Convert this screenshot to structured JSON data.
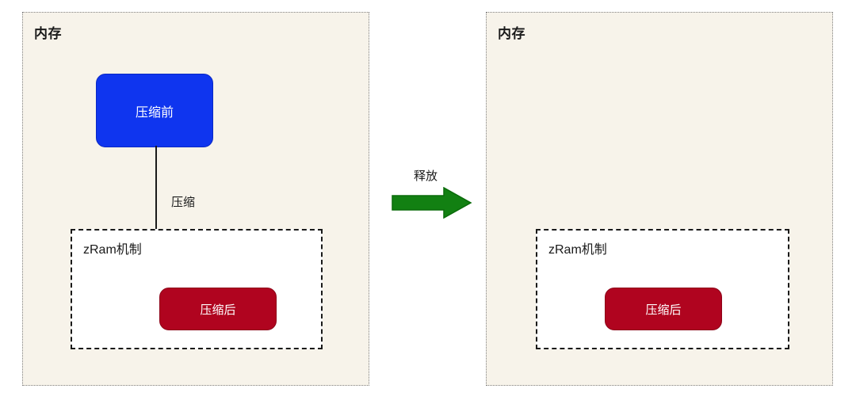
{
  "diagram": {
    "title_internal": "zRam memory compression and release",
    "panels": [
      {
        "id": "before",
        "label": "内存",
        "zram": {
          "label": "zRam机制",
          "node": {
            "label": "压缩后",
            "color": "#b0041f"
          }
        },
        "node": {
          "label": "压缩前",
          "color": "#0f35ef"
        },
        "connector": {
          "label": "压缩",
          "color": "#1a1a1a",
          "direction": "down"
        }
      },
      {
        "id": "after",
        "label": "内存",
        "zram": {
          "label": "zRam机制",
          "node": {
            "label": "压缩后",
            "color": "#b0041f"
          }
        }
      }
    ],
    "transition": {
      "label": "释放",
      "color": "#128012",
      "stroke": "#0a6b0a",
      "direction": "right"
    },
    "colors": {
      "panel_background": "#f7f3ea",
      "panel_border": "#808080",
      "zram_background": "#ffffff",
      "zram_border": "#1a1a1a",
      "node_before": "#0f35ef",
      "node_after": "#b0041f",
      "arrow": "#1a1a1a",
      "transition_arrow": "#128012",
      "text": "#1a1a1a",
      "node_text": "#ffffff"
    }
  }
}
